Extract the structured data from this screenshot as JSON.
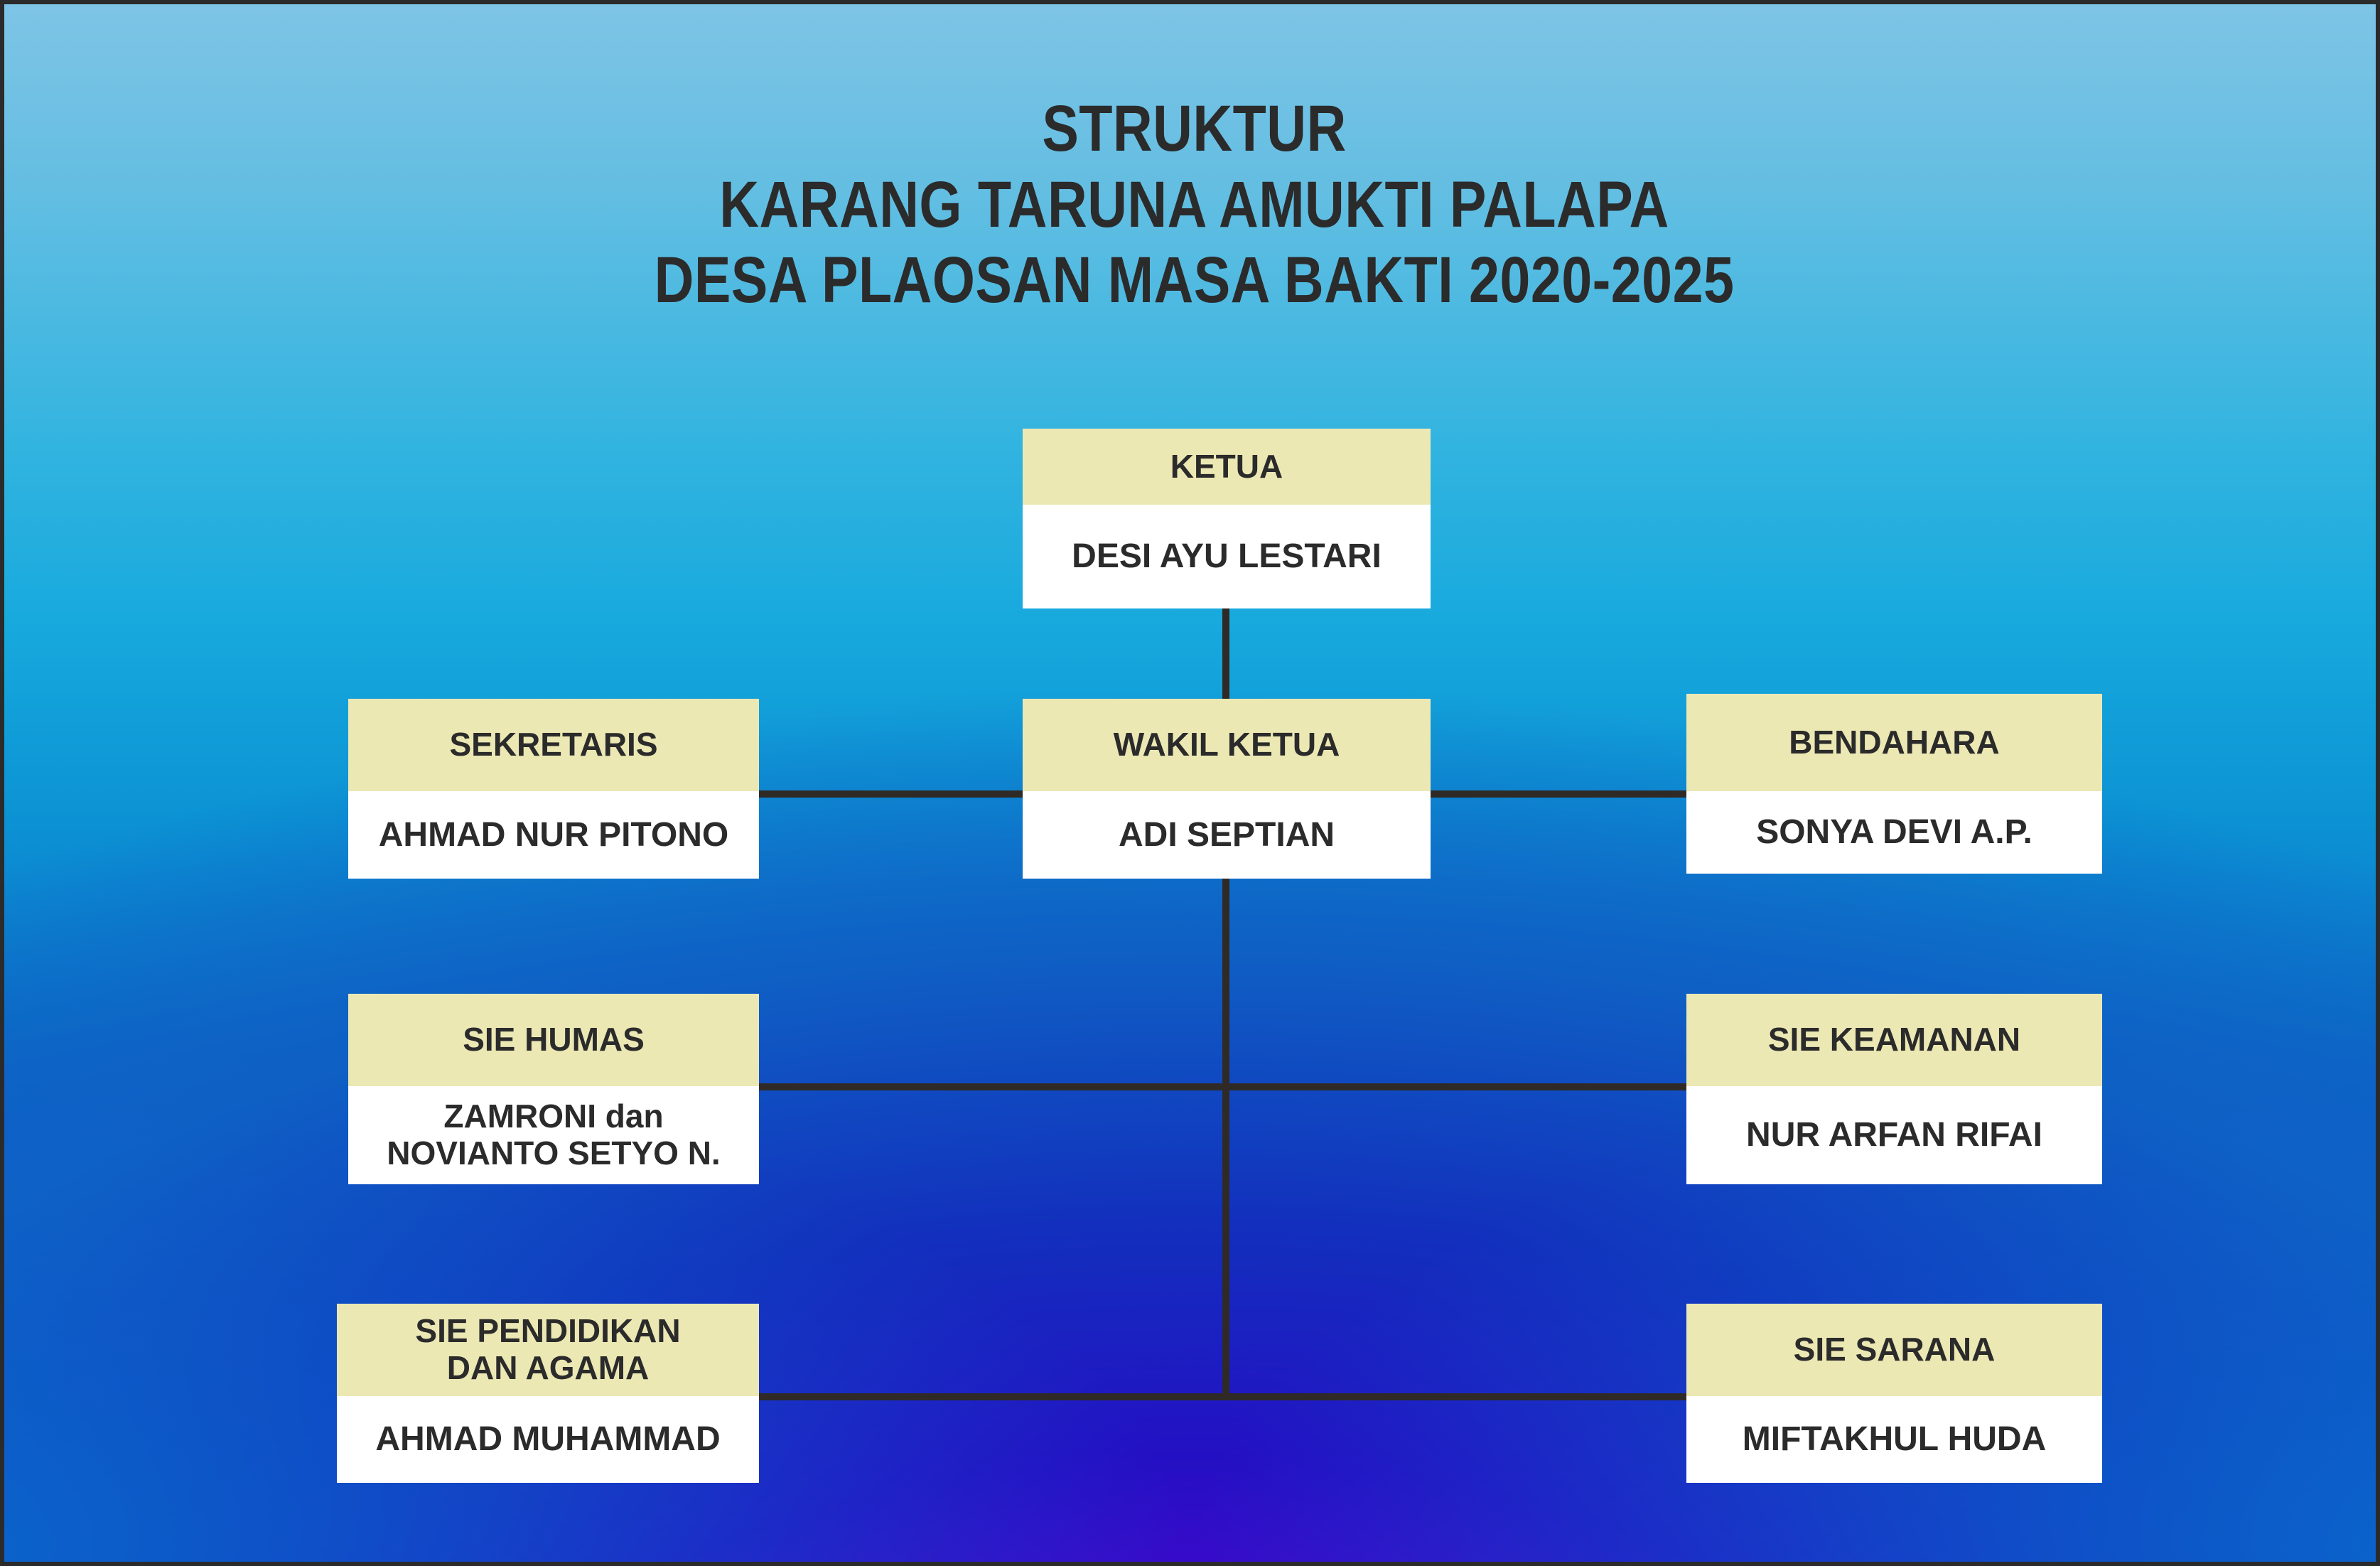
{
  "title": {
    "line1": "STRUKTUR",
    "line2": "KARANG TARUNA AMUKTI PALAPA",
    "line3": "DESA PLAOSAN MASA BAKTI 2020-2025"
  },
  "colors": {
    "node_header": "#ECE8B4",
    "node_body": "#FFFFFF",
    "text": "#2B2B2B",
    "connector": "#2F2A26",
    "background_top": "#7EC4E6",
    "background_bottom": "#2210B8",
    "background_accent": "#6A00D8"
  },
  "chart_data": {
    "type": "diagram",
    "title": "STRUKTUR KARANG TARUNA AMUKTI PALAPA DESA PLAOSAN MASA BAKTI 2020-2025",
    "nodes": [
      {
        "id": "ketua",
        "role": "KETUA",
        "name": "DESI AYU LESTARI"
      },
      {
        "id": "wakil",
        "role": "WAKIL KETUA",
        "name": "ADI SEPTIAN"
      },
      {
        "id": "sekretaris",
        "role": "SEKRETARIS",
        "name": "AHMAD NUR PITONO"
      },
      {
        "id": "bendahara",
        "role": "BENDAHARA",
        "name": "SONYA DEVI A.P."
      },
      {
        "id": "humas",
        "role": "SIE HUMAS",
        "name": "ZAMRONI dan NOVIANTO SETYO N."
      },
      {
        "id": "keamanan",
        "role": "SIE KEAMANAN",
        "name": "NUR ARFAN RIFAI"
      },
      {
        "id": "pendidikan",
        "role": "SIE PENDIDIKAN DAN AGAMA",
        "name": "AHMAD MUHAMMAD"
      },
      {
        "id": "sarana",
        "role": "SIE SARANA",
        "name": "MIFTAKHUL HUDA"
      }
    ],
    "edges": [
      {
        "from": "ketua",
        "to": "wakil"
      },
      {
        "from": "wakil",
        "to": "sekretaris"
      },
      {
        "from": "wakil",
        "to": "bendahara"
      },
      {
        "from": "wakil",
        "to": "humas"
      },
      {
        "from": "wakil",
        "to": "keamanan"
      },
      {
        "from": "wakil",
        "to": "pendidikan"
      },
      {
        "from": "wakil",
        "to": "sarana"
      }
    ]
  },
  "nodes": {
    "ketua": {
      "role": "KETUA",
      "name": "DESI AYU LESTARI"
    },
    "wakil": {
      "role": "WAKIL KETUA",
      "name": "ADI SEPTIAN"
    },
    "sekretaris": {
      "role": "SEKRETARIS",
      "name": "AHMAD NUR PITONO"
    },
    "bendahara": {
      "role": "BENDAHARA",
      "name": "SONYA DEVI A.P."
    },
    "humas": {
      "role": "SIE HUMAS",
      "name_line1": "ZAMRONI dan",
      "name_line2": "NOVIANTO SETYO N."
    },
    "keamanan": {
      "role": "SIE KEAMANAN",
      "name": "NUR ARFAN RIFAI"
    },
    "pendidikan": {
      "role_line1": "SIE PENDIDIKAN",
      "role_line2": "DAN AGAMA",
      "name": "AHMAD MUHAMMAD"
    },
    "sarana": {
      "role": "SIE SARANA",
      "name": "MIFTAKHUL HUDA"
    }
  }
}
